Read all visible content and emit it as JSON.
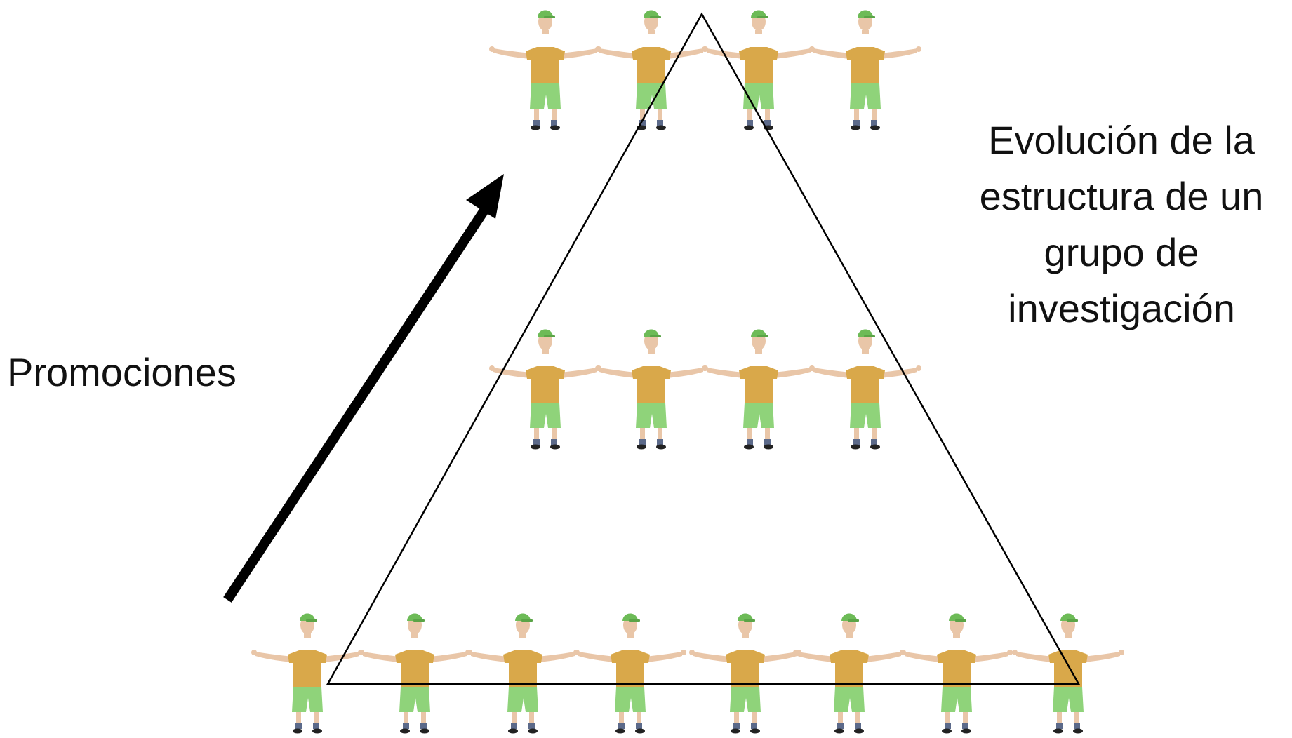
{
  "labels": {
    "promotions": "Promociones",
    "structure_lines": [
      "Evolución de la",
      "estructura de un",
      "grupo de",
      "investigación"
    ]
  },
  "levels": [
    {
      "name": "top",
      "person_count": 4
    },
    {
      "name": "middle",
      "person_count": 4
    },
    {
      "name": "bottom",
      "person_count": 8
    }
  ],
  "colors": {
    "shirt": "#d9a84a",
    "shorts": "#8fd37a",
    "cap": "#6dbb57",
    "skin": "#e9c6a8",
    "arrow": "#000000",
    "triangle": "#000000"
  },
  "icons": {
    "person": "person-figure-icon",
    "arrow": "arrow-up-right-icon"
  }
}
